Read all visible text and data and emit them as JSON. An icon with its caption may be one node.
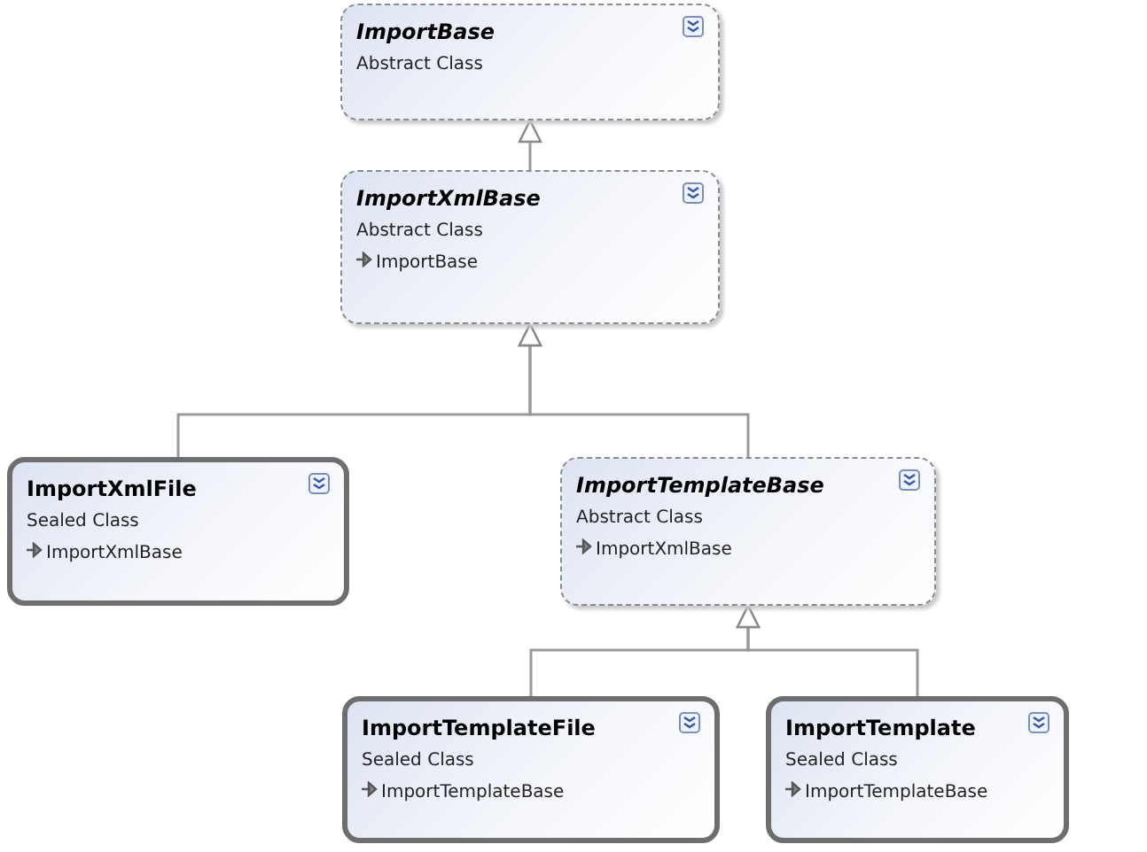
{
  "diagram": {
    "nodes": [
      {
        "text": [
          "ImportBase",
          "Abstract Class"
        ]
      },
      {
        "text": [
          "ImportXmlBase",
          "Abstract Class",
          "ImportBase"
        ]
      },
      {
        "text": [
          "ImportXmlFile",
          "Sealed Class",
          "ImportXmlBase"
        ]
      },
      {
        "text": [
          "ImportTemplateBase",
          "Abstract Class",
          "ImportXmlBase"
        ]
      },
      {
        "text": [
          "ImportTemplateFile",
          "Sealed Class",
          "ImportTemplateBase"
        ]
      },
      {
        "text": [
          "ImportTemplate",
          "Sealed Class",
          "ImportTemplateBase"
        ]
      }
    ],
    "edges": [
      {
        "from": 1,
        "to": 0,
        "arrow": "to"
      },
      {
        "from": 2,
        "to": 1,
        "arrow": "to"
      },
      {
        "from": 3,
        "to": 1,
        "arrow": "to"
      },
      {
        "from": 4,
        "to": 3,
        "arrow": "to"
      },
      {
        "from": 5,
        "to": 3,
        "arrow": "to"
      }
    ]
  }
}
